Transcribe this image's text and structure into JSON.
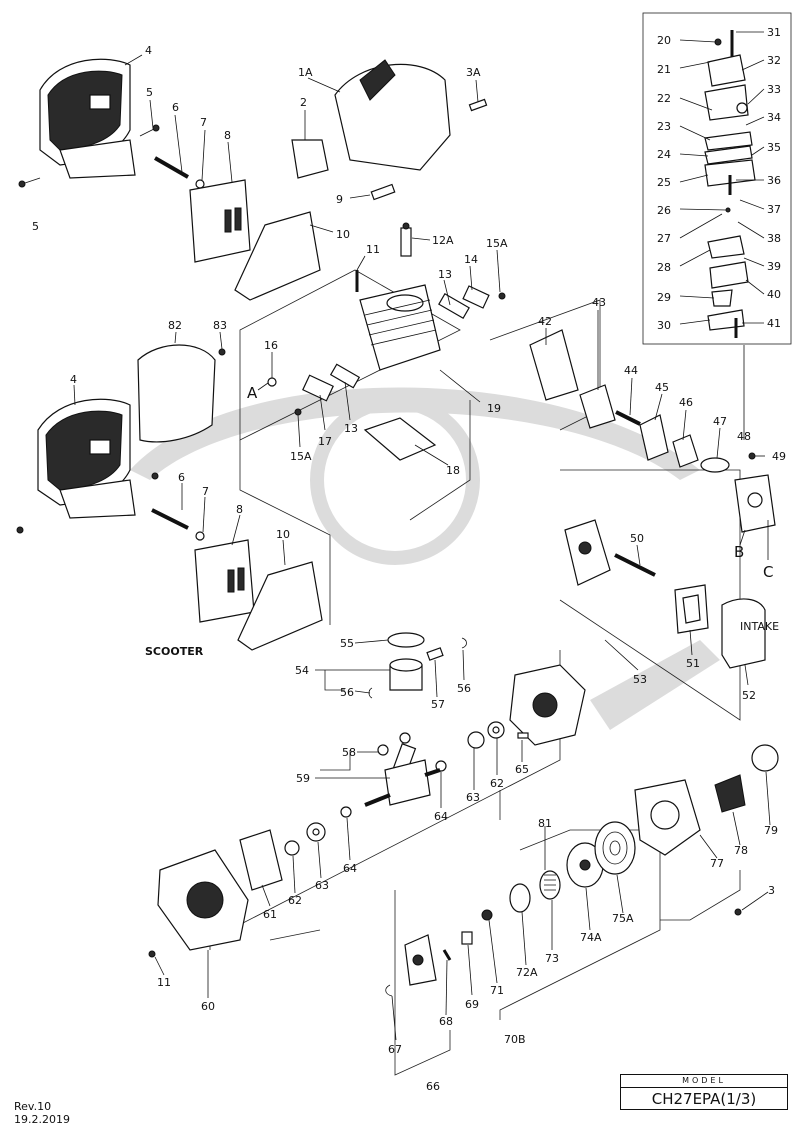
{
  "watermark": "SCOOTER",
  "labels": {
    "p1A": "1A",
    "p2": "2",
    "p3": "3",
    "p3A": "3A",
    "p4a": "4",
    "p4b": "4",
    "p5a": "5",
    "p5b": "5",
    "p6a": "6",
    "p6b": "6",
    "p7a": "7",
    "p7b": "7",
    "p8a": "8",
    "p8b": "8",
    "p9": "9",
    "p10a": "10",
    "p10b": "10",
    "p11a": "11",
    "p11b": "11",
    "p12A": "12A",
    "p13a": "13",
    "p13b": "13",
    "p14": "14",
    "p15Aa": "15A",
    "p15Ab": "15A",
    "p16": "16",
    "p17": "17",
    "p18": "18",
    "p19": "19",
    "p20": "20",
    "p21": "21",
    "p22": "22",
    "p23": "23",
    "p24": "24",
    "p25": "25",
    "p26": "26",
    "p27": "27",
    "p28": "28",
    "p29": "29",
    "p30": "30",
    "p31": "31",
    "p32": "32",
    "p33": "33",
    "p34": "34",
    "p35": "35",
    "p36": "36",
    "p37": "37",
    "p38": "38",
    "p39": "39",
    "p40": "40",
    "p41": "41",
    "p42": "42",
    "p43": "43",
    "p44": "44",
    "p45": "45",
    "p46": "46",
    "p47": "47",
    "p48": "48",
    "p49": "49",
    "p50": "50",
    "p51": "51",
    "p52": "52",
    "p53": "53",
    "p54": "54",
    "p55": "55",
    "p56a": "56",
    "p56b": "56",
    "p57": "57",
    "p58": "58",
    "p59": "59",
    "p60": "60",
    "p61": "61",
    "p62a": "62",
    "p62b": "62",
    "p63a": "63",
    "p63b": "63",
    "p64a": "64",
    "p64b": "64",
    "p65": "65",
    "p66": "66",
    "p67": "67",
    "p68": "68",
    "p69": "69",
    "p70B": "70B",
    "p71": "71",
    "p72A": "72A",
    "p73": "73",
    "p74A": "74A",
    "p75A": "75A",
    "p77": "77",
    "p78": "78",
    "p79": "79",
    "p81": "81",
    "p82": "82",
    "p83": "83",
    "refA": "A",
    "refB": "B",
    "refC": "C",
    "intake": "INTAKE"
  },
  "footer": {
    "rev_line1": "Rev.10",
    "rev_line2": "19.2.2019"
  },
  "model": {
    "label": "MODEL",
    "value": "CH27EPA(1/3)"
  }
}
